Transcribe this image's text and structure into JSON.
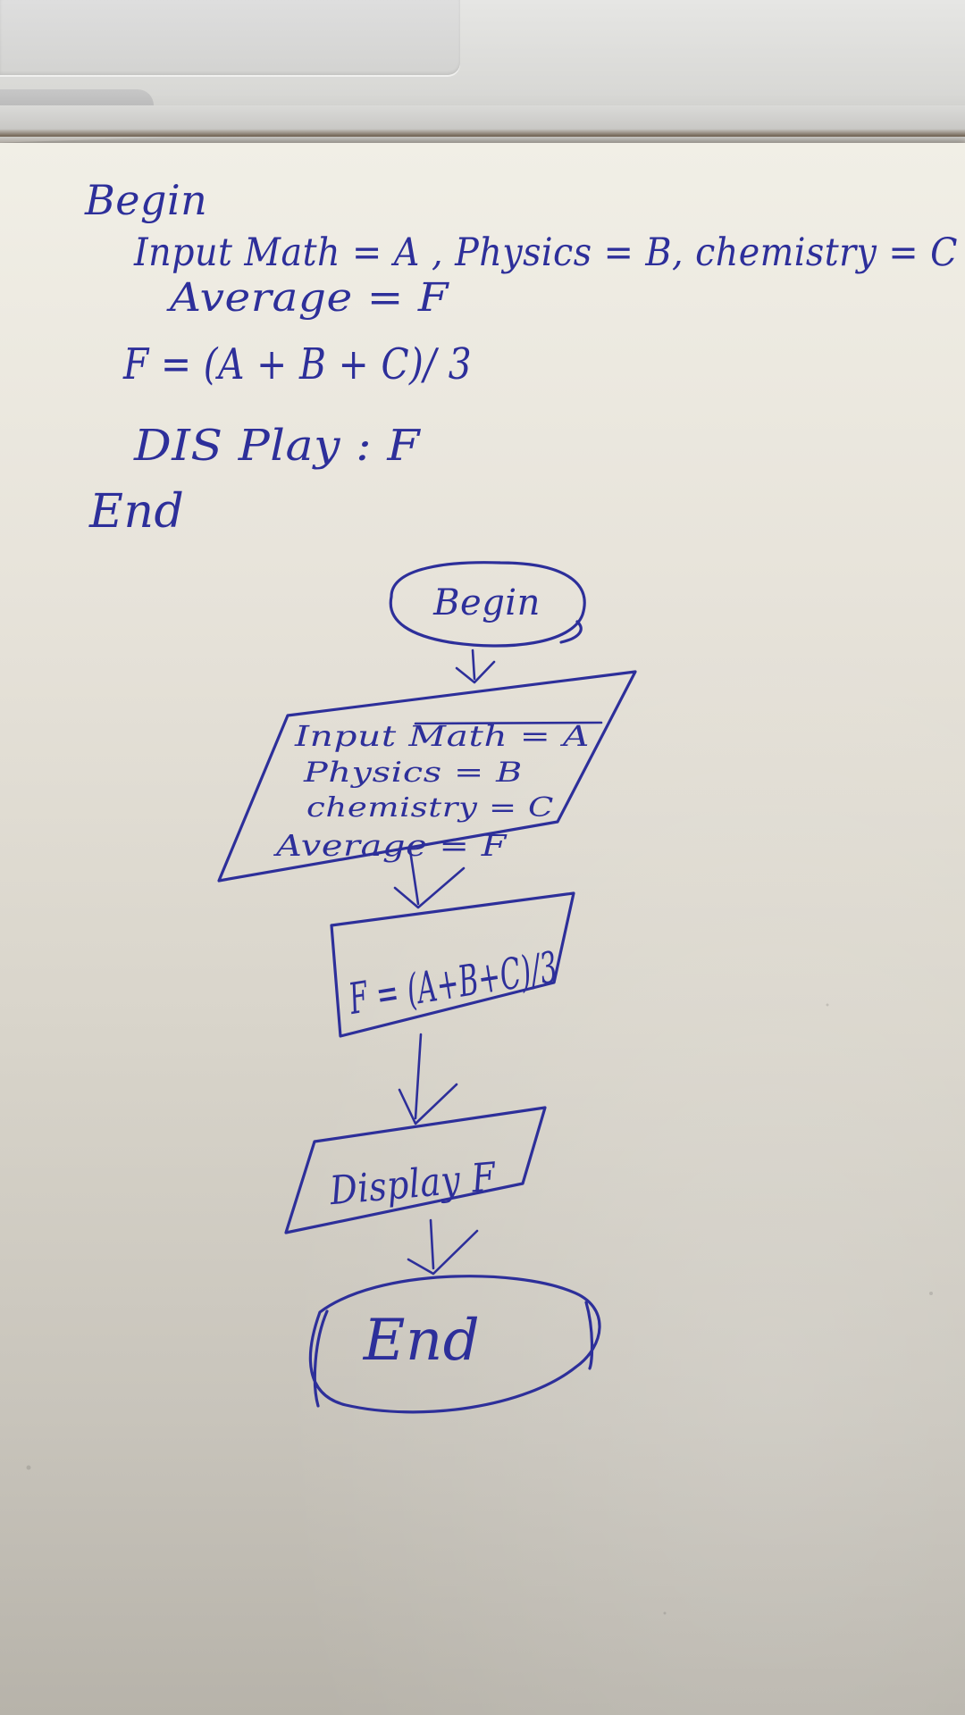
{
  "notes": {
    "begin": "Begin",
    "input_line": "Input Math = A , Physics = B, chemistry = C",
    "average_line": "Average = F",
    "formula_line": "F = (A + B + C)/ 3",
    "display_line": "DIS Play : F",
    "end": "End"
  },
  "flowchart": {
    "start": "Begin",
    "input_box": {
      "line1": "Input Math = A",
      "line2": "Physics = B",
      "line3": "chemistry = C",
      "line4": "Average = F"
    },
    "process": "F = (A+B+C)/3",
    "output": "Display F",
    "end": "End"
  }
}
